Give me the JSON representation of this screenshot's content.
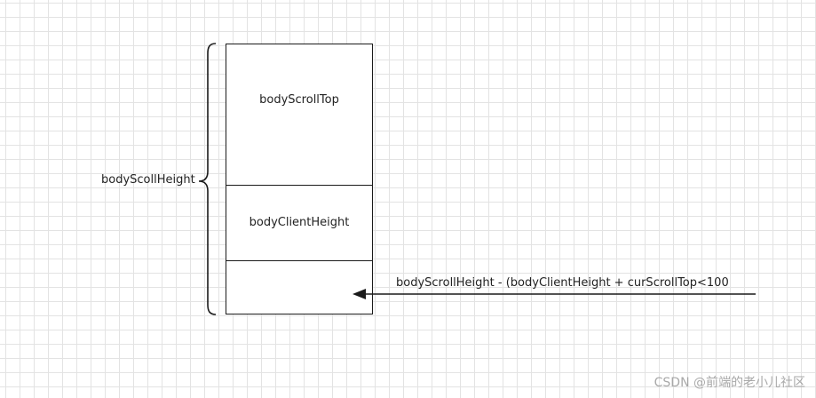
{
  "diagram": {
    "labels": {
      "scroll_top": "bodyScrollTop",
      "client_height": "bodyClientHeight",
      "scroll_height": "bodyScollHeight",
      "formula": "bodyScrollHeight - (bodyClientHeight + curScrollTop<100"
    },
    "watermark": "CSDN @前端的老小儿社区",
    "colors": {
      "stroke": "#1a1a1a",
      "grid": "#e3e3e3",
      "background": "#ffffff",
      "text": "#222222"
    }
  }
}
